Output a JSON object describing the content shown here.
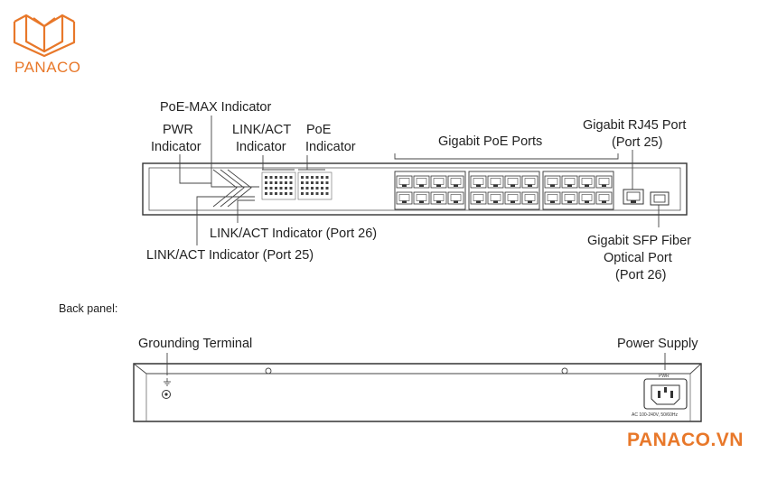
{
  "brand": {
    "logo_text": "PANACO",
    "website": "PANACO.VN",
    "accent_color": "#e8782a"
  },
  "front_panel": {
    "labels": {
      "poe_max": "PoE-MAX Indicator",
      "pwr_line1": "PWR",
      "pwr_line2": "Indicator",
      "link_act_line1": "LINK/ACT",
      "link_act_line2": "Indicator",
      "poe_line1": "PoE",
      "poe_line2": "Indicator",
      "gigabit_poe_ports": "Gigabit PoE Ports",
      "rj45_line1": "Gigabit RJ45 Port",
      "rj45_line2": "(Port 25)",
      "link_act_26": "LINK/ACT Indicator (Port 26)",
      "link_act_25": "LINK/ACT Indicator (Port 25)",
      "sfp_line1": "Gigabit SFP Fiber",
      "sfp_line2": "Optical Port",
      "sfp_line3": "(Port 26)"
    },
    "poe_port_count": 24
  },
  "back_panel": {
    "heading": "Back panel:",
    "grounding_label": "Grounding Terminal",
    "power_label": "Power Supply",
    "pwr_marking": "PWR",
    "power_rating": "AC 100-240V, 50/60Hz"
  }
}
